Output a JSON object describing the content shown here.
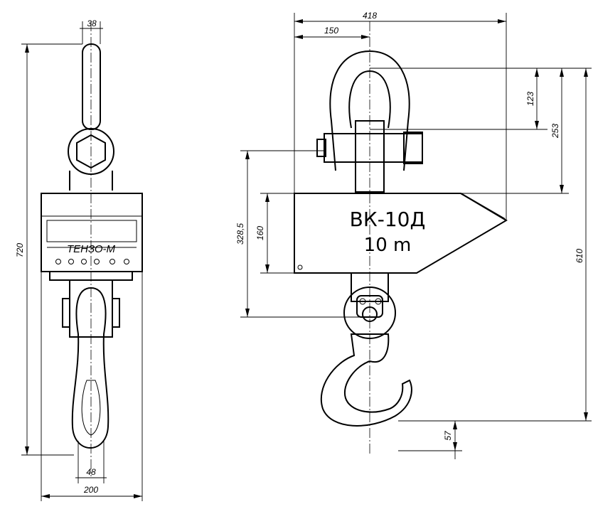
{
  "front_view": {
    "brand_label": "ТЕНЗО-М",
    "dims": {
      "shackle_width": "38",
      "overall_height": "720",
      "hook_width": "48",
      "body_width": "200"
    }
  },
  "side_view": {
    "model_label": "ВК-10Д",
    "capacity_label": "10 m",
    "dims": {
      "overall_width": "418",
      "shackle_offset": "150",
      "shackle_inner": "123",
      "shackle_to_body": "253",
      "pin_to_hook_eye": "328,5",
      "body_height": "160",
      "height_to_hook": "610",
      "hook_throat": "57"
    }
  },
  "colors": {
    "line": "#000000",
    "background": "#ffffff"
  }
}
